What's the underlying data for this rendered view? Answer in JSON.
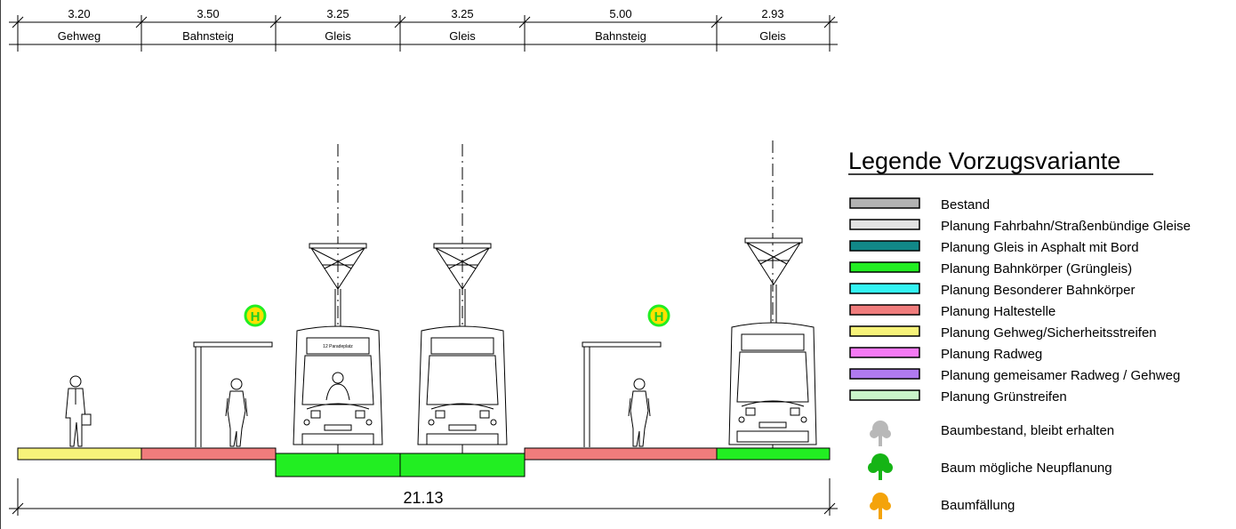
{
  "cross_section": {
    "segments": [
      {
        "width": "3.20",
        "label": "Gehweg",
        "color": "#f7f37a"
      },
      {
        "width": "3.50",
        "label": "Bahnsteig",
        "color": "#f07c7c"
      },
      {
        "width": "3.25",
        "label": "Gleis",
        "color": "#22ee22"
      },
      {
        "width": "3.25",
        "label": "Gleis",
        "color": "#22ee22"
      },
      {
        "width": "5.00",
        "label": "Bahnsteig",
        "color": "#f07c7c"
      },
      {
        "width": "2.93",
        "label": "Gleis",
        "color": "#22ee22"
      }
    ],
    "total": "21.13",
    "stop_sign": "H",
    "tram_destination": "12 Paradeplatz"
  },
  "legend": {
    "title": "Legende Vorzugsvariante",
    "items": [
      {
        "label": "Bestand",
        "color": "#b3b3b3"
      },
      {
        "label": "Planung Fahrbahn/Straßenbündige Gleise",
        "color": "#e4e4e4"
      },
      {
        "label": "Planung Gleis in Asphalt mit Bord",
        "color": "#118888"
      },
      {
        "label": "Planung Bahnkörper  (Grüngleis)",
        "color": "#22ee22"
      },
      {
        "label": "Planung Besonderer Bahnkörper",
        "color": "#33f3f3"
      },
      {
        "label": "Planung Haltestelle",
        "color": "#f07c7c"
      },
      {
        "label": "Planung Gehweg/Sicherheitsstreifen",
        "color": "#f7f37a"
      },
      {
        "label": "Planung Radweg",
        "color": "#f57af5"
      },
      {
        "label": "Planung gemeisamer Radweg / Gehweg",
        "color": "#b07af0"
      },
      {
        "label": "Planung Grünstreifen",
        "color": "#c9f5c9"
      }
    ],
    "trees": [
      {
        "label": "Baumbestand, bleibt erhalten",
        "icon": "tree-gray-icon",
        "color": "#b8b8b8"
      },
      {
        "label": "Baum mögliche Neupflanung",
        "icon": "tree-green-icon",
        "color": "#15b415"
      },
      {
        "label": "Baumfällung",
        "icon": "tree-orange-icon",
        "color": "#f4a30a"
      }
    ]
  }
}
